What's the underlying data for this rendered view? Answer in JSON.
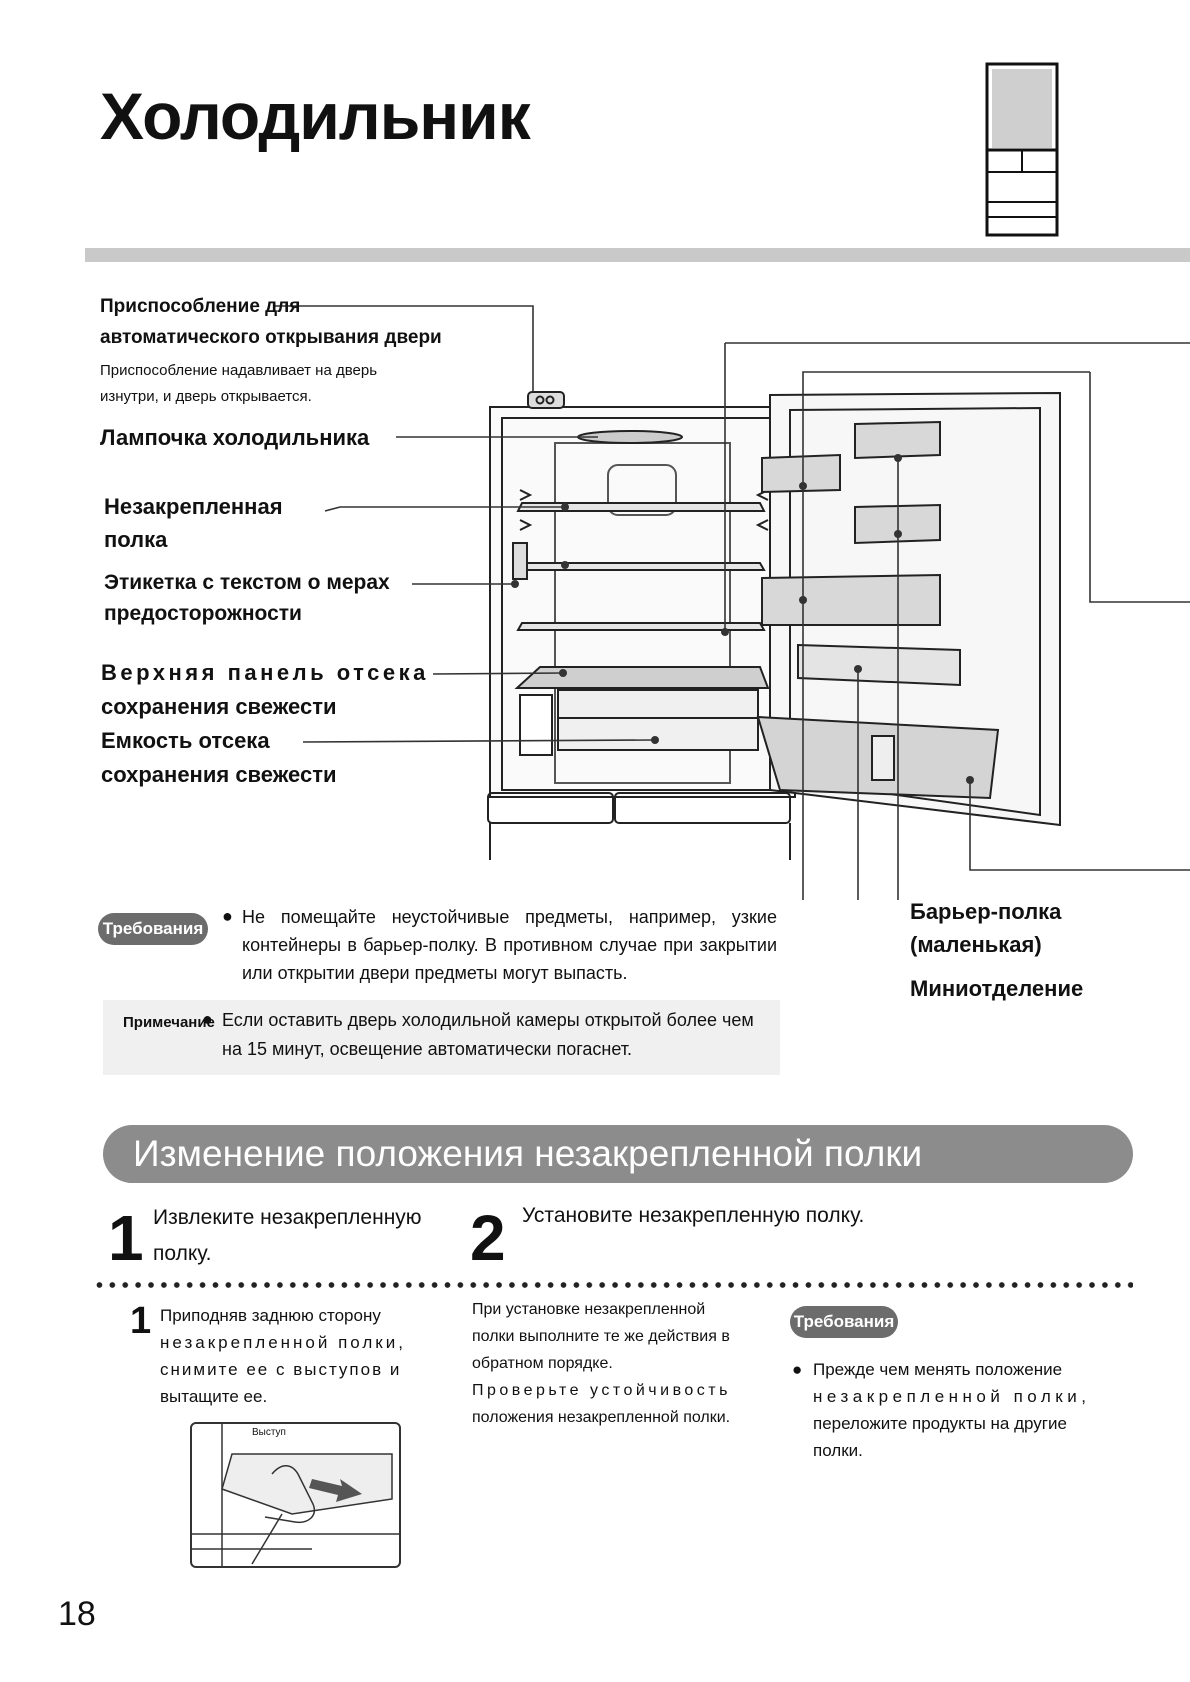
{
  "page": {
    "title": "Холодильник",
    "page_number": "18"
  },
  "diagram": {
    "auto_open_title_1": "Приспособление для",
    "auto_open_title_2": "автоматического открывания двери",
    "auto_open_desc_1": "Приспособление надавливает на дверь",
    "auto_open_desc_2": "изнутри, и дверь открывается.",
    "lamp": "Лампочка холодильника",
    "loose_shelf_1": "Незакрепленная",
    "loose_shelf_2": "полка",
    "caution_label_1": "Этикетка с текстом о мерах",
    "caution_label_2": "предосторожности",
    "fresh_top_1": "Верхняя панель отсека",
    "fresh_top_2": "сохранения свежести",
    "fresh_box_1": "Емкость отсека",
    "fresh_box_2": "сохранения свежести",
    "barrier_1": "Барьер-полка",
    "barrier_2": "(маленькая)",
    "mini": "Миниотделение"
  },
  "requirements_note": {
    "badge": "Требования",
    "text": "Не помещайте неустойчивые предметы, например, узкие контейнеры в барьер-полку. В противном случае при закрытии или открытии двери предметы могут выпасть."
  },
  "note": {
    "badge": "Примечание",
    "text_1": "Если оставить дверь холодильной камеры открытой более чем",
    "text_2": "на 15 минут, освещение автоматически погаснет."
  },
  "section": {
    "heading": "Изменение положения незакрепленной полки",
    "step1_num": "1",
    "step1_text_1": "Извлеките незакрепленную",
    "step1_text_2": "полку.",
    "step2_num": "2",
    "step2_text": "Установите незакрепленную полку.",
    "sub1_num": "1",
    "sub1_lines": [
      "Приподняв заднюю сторону",
      "незакрепленной полки,",
      "снимите ее с выступов и",
      "вытащите ее."
    ],
    "illustration_label": "Выступ",
    "step2_body_lines": [
      "При установке незакрепленной",
      "полки выполните те же действия в",
      "обратном порядке.",
      "Проверьте устойчивость",
      "положения незакрепленной полки."
    ],
    "req_badge": "Требования",
    "req_lines": [
      "Прежде чем менять положение",
      "незакрепленной полки,",
      "переложите продукты на другие",
      "полки."
    ]
  }
}
